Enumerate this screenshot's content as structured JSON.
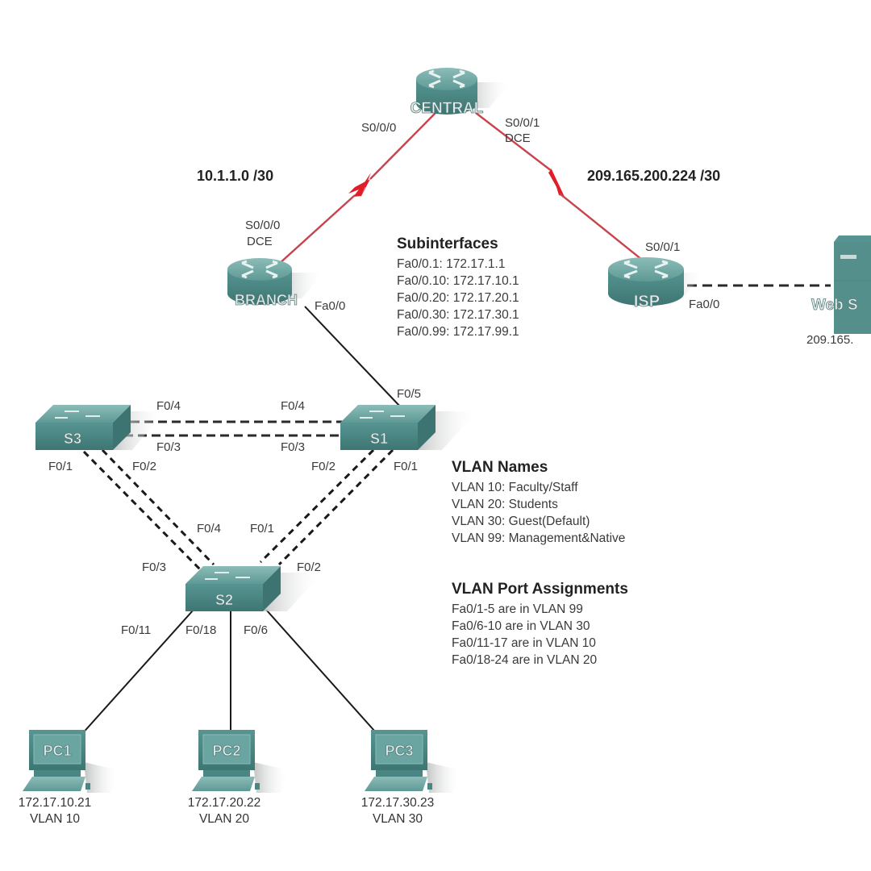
{
  "colors": {
    "device_teal": "#4f8f8c",
    "device_dark": "#3c7471",
    "device_light": "#7fb5b1",
    "serial_link": "#d6323c",
    "ethernet_link": "#1a1a1a"
  },
  "devices": {
    "central": {
      "name": "CENTRAL",
      "type": "router",
      "icon": "router-icon"
    },
    "branch": {
      "name": "BRANCH",
      "type": "router",
      "icon": "router-icon"
    },
    "isp": {
      "name": "ISP",
      "type": "router",
      "icon": "router-icon"
    },
    "web_server": {
      "name": "Web S",
      "type": "server",
      "icon": "server-icon",
      "ip": "209.165."
    },
    "s1": {
      "name": "S1",
      "type": "switch",
      "icon": "switch-icon"
    },
    "s2": {
      "name": "S2",
      "type": "switch",
      "icon": "switch-icon"
    },
    "s3": {
      "name": "S3",
      "type": "switch",
      "icon": "switch-icon"
    },
    "pc1": {
      "name": "PC1",
      "type": "pc",
      "icon": "pc-icon",
      "ip": "172.17.10.21",
      "vlan": "VLAN 10"
    },
    "pc2": {
      "name": "PC2",
      "type": "pc",
      "icon": "pc-icon",
      "ip": "172.17.20.22",
      "vlan": "VLAN 20"
    },
    "pc3": {
      "name": "PC3",
      "type": "pc",
      "icon": "pc-icon",
      "ip": "172.17.30.23",
      "vlan": "VLAN 30"
    }
  },
  "networks": {
    "left_wan": "10.1.1.0 /30",
    "right_wan": "209.165.200.224 /30"
  },
  "ports": {
    "central_left": "S0/0/0",
    "central_right": "S0/0/1",
    "central_right_dce": "DCE",
    "branch_serial": "S0/0/0",
    "branch_serial_dce": "DCE",
    "branch_fa": "Fa0/0",
    "isp_serial": "S0/0/1",
    "isp_fa": "Fa0/0",
    "s1_f05": "F0/5",
    "s3_f04": "F0/4",
    "s1_f04": "F0/4",
    "s3_f03": "F0/3",
    "s1_f03": "F0/3",
    "s3_f01": "F0/1",
    "s3_f02": "F0/2",
    "s1_f02": "F0/2",
    "s1_f01": "F0/1",
    "s2_f04": "F0/4",
    "s2_f01": "F0/1",
    "s2_f03": "F0/3",
    "s2_f02": "F0/2",
    "s2_f011": "F0/11",
    "s2_f018": "F0/18",
    "s2_f06": "F0/6"
  },
  "subinterfaces": {
    "title": "Subinterfaces",
    "lines": [
      "Fa0/0.1: 172.17.1.1",
      "Fa0/0.10: 172.17.10.1",
      "Fa0/0.20: 172.17.20.1",
      "Fa0/0.30: 172.17.30.1",
      "Fa0/0.99: 172.17.99.1"
    ]
  },
  "vlan_names": {
    "title": "VLAN Names",
    "lines": [
      "VLAN 10: Faculty/Staff",
      "VLAN 20: Students",
      "VLAN 30: Guest(Default)",
      "VLAN 99: Management&Native"
    ]
  },
  "vlan_ports": {
    "title": "VLAN Port Assignments",
    "lines": [
      "Fa0/1-5 are in VLAN 99",
      "Fa0/6-10 are in VLAN 30",
      "Fa0/11-17 are in VLAN 10",
      "Fa0/18-24 are in VLAN 20"
    ]
  }
}
